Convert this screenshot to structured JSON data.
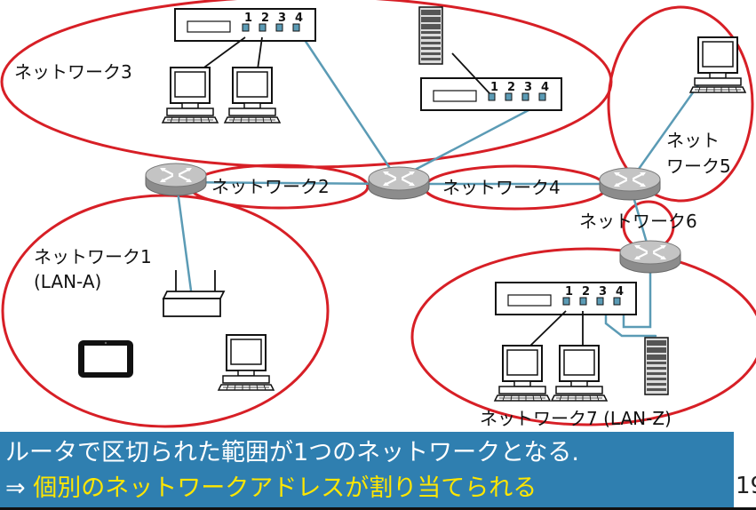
{
  "networks": {
    "n1_line1": "ネットワーク1",
    "n1_line2": "(LAN-A)",
    "n2": "ネットワーク2",
    "n3": "ネットワーク3",
    "n4": "ネットワーク4",
    "n5_line1": "ネット",
    "n5_line2": "ワーク5",
    "n6": "ネットワーク6",
    "n7": "ネットワーク7 (LAN-Z)"
  },
  "ports": [
    "1",
    "2",
    "3",
    "4"
  ],
  "caption": {
    "line1": "ルータで区切られた範囲が1つのネットワークとなる.",
    "arrow": "⇒",
    "line2": " 個別のネットワークアドレスが割り当てられる"
  },
  "page_number": "19",
  "colors": {
    "ellipse": "#d71f26",
    "cable": "#5b9bb5",
    "caption_bg": "#2f7fb0",
    "caption_highlight": "#ffe600"
  }
}
